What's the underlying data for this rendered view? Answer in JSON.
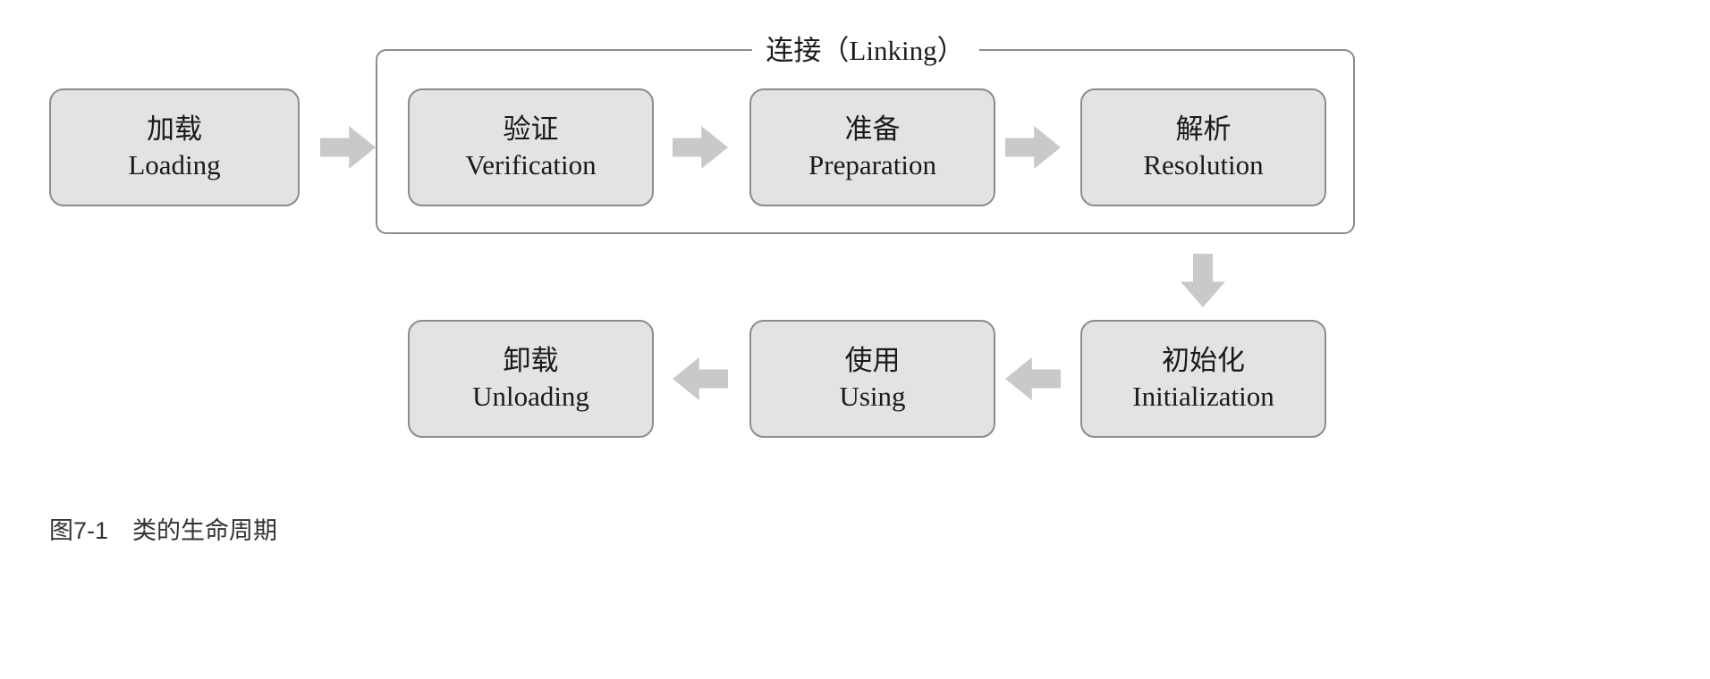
{
  "diagram": {
    "title_group": "连接（Linking）",
    "nodes": {
      "loading": {
        "zh": "加载",
        "en": "Loading"
      },
      "verification": {
        "zh": "验证",
        "en": "Verification"
      },
      "preparation": {
        "zh": "准备",
        "en": "Preparation"
      },
      "resolution": {
        "zh": "解析",
        "en": "Resolution"
      },
      "initialization": {
        "zh": "初始化",
        "en": "Initialization"
      },
      "using": {
        "zh": "使用",
        "en": "Using"
      },
      "unloading": {
        "zh": "卸载",
        "en": "Unloading"
      }
    },
    "caption": "图7-1　类的生命周期",
    "colors": {
      "box_fill": "#e3e3e3",
      "box_border": "#8c8c8c",
      "arrow": "#c9c9c9",
      "text": "#1a1a1a"
    }
  }
}
